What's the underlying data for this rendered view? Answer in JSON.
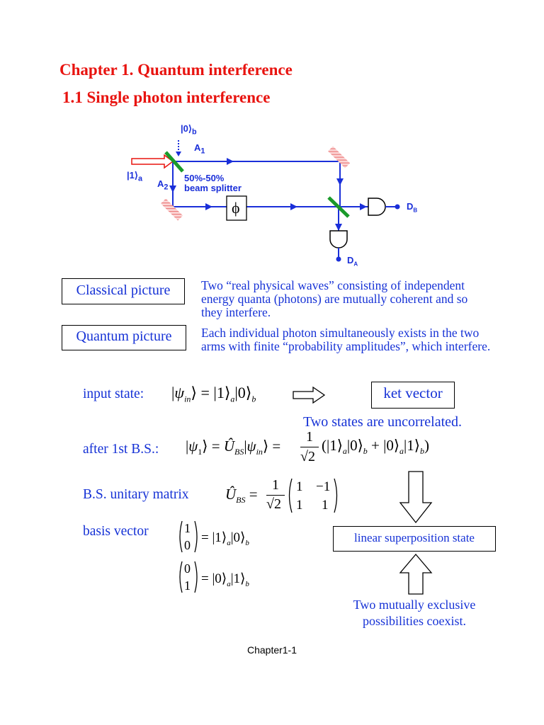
{
  "heading": {
    "chapter": "Chapter 1. Quantum interference",
    "section": "1.1 Single photon interference"
  },
  "diagram": {
    "ket_vacuum": "|0⟩",
    "ket_vacuum_sub": "b",
    "ket_photon": "|1⟩",
    "ket_photon_sub": "a",
    "path_a1": "A",
    "path_a1_sub": "1",
    "path_a2": "A",
    "path_a2_sub": "2",
    "splitter_ratio": "50%-50%",
    "splitter_name": "beam splitter",
    "phase_symbol": "ϕ",
    "detector_b": "D",
    "detector_b_sub": "B",
    "detector_a": "D",
    "detector_a_sub": "A"
  },
  "pictures": {
    "classical_label": "Classical picture",
    "classical_text": "Two “real physical waves” consisting of independent energy quanta (photons) are mutually coherent and so they interfere.",
    "quantum_label": "Quantum picture",
    "quantum_text": "Each individual photon simultaneously exists in the two arms with finite “probability amplitudes”, which interfere."
  },
  "equations": {
    "input_label": "input state:",
    "ket_vector_label": "ket vector",
    "uncorrelated_note": "Two states are uncorrelated.",
    "after_bs_label": "after 1st B.S.:",
    "unitary_label": "B.S. unitary matrix",
    "basis_label": "basis vector",
    "superposition_label": "linear superposition state",
    "exclusive_note_line1": "Two mutually exclusive",
    "exclusive_note_line2": "possibilities coexist."
  },
  "footer": {
    "page_label": "Chapter1-1"
  },
  "colors": {
    "heading_red": "#e8130f",
    "text_blue": "#1632d6",
    "beam_blue": "#1a2fd9",
    "splitter_green": "#1a9a2a",
    "mirror_pink": "#e86a6a"
  }
}
